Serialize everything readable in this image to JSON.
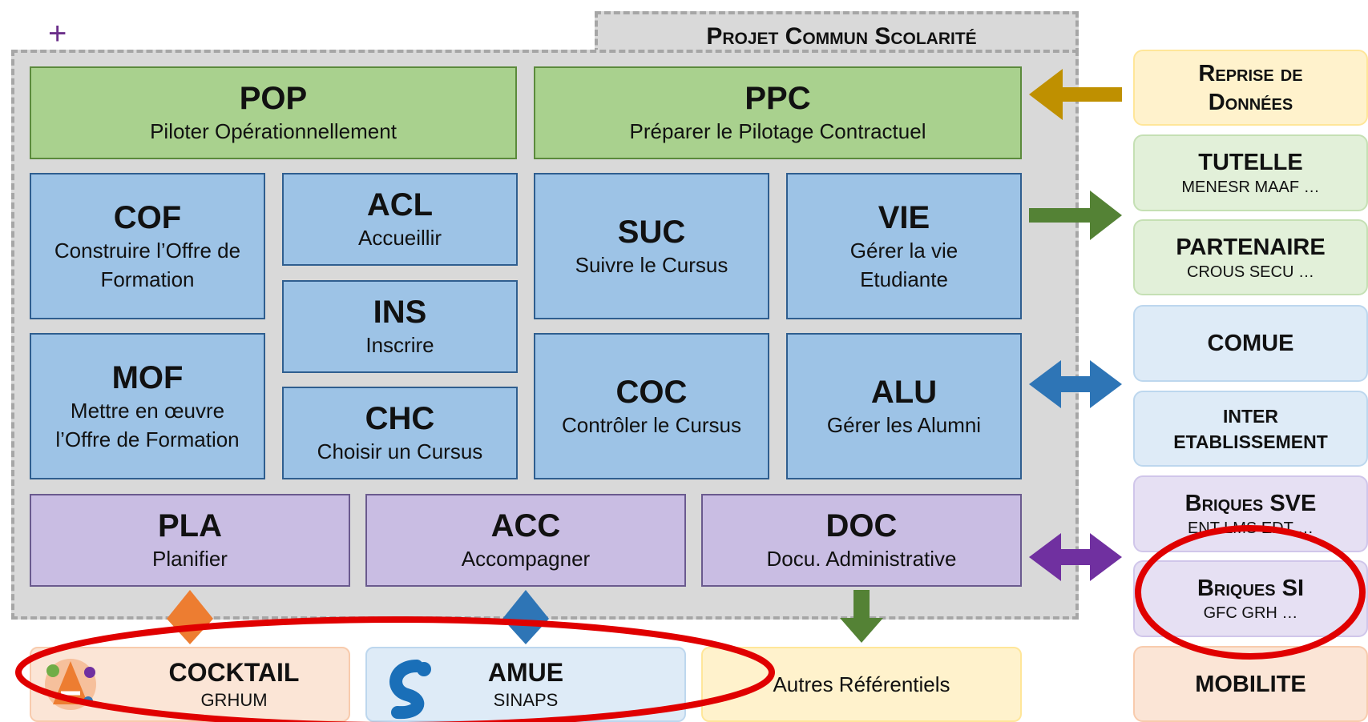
{
  "project_title": "Projet Commun Scolarité",
  "plus_mark": "+",
  "modules": {
    "pop": {
      "code": "POP",
      "desc": "Piloter Opérationnellement"
    },
    "ppc": {
      "code": "PPC",
      "desc": "Préparer le Pilotage Contractuel"
    },
    "cof": {
      "code": "COF",
      "desc1": "Construire l’Offre de",
      "desc2": "Formation"
    },
    "acl": {
      "code": "ACL",
      "desc": "Accueillir"
    },
    "ins": {
      "code": "INS",
      "desc": "Inscrire"
    },
    "chc": {
      "code": "CHC",
      "desc": "Choisir un Cursus"
    },
    "mof": {
      "code": "MOF",
      "desc1": "Mettre en œuvre",
      "desc2": "l’Offre de Formation"
    },
    "suc": {
      "code": "SUC",
      "desc": "Suivre le Cursus"
    },
    "vie": {
      "code": "VIE",
      "desc1": "Gérer la vie",
      "desc2": "Etudiante"
    },
    "coc": {
      "code": "COC",
      "desc": "Contrôler le Cursus"
    },
    "alu": {
      "code": "ALU",
      "desc": "Gérer les Alumni"
    },
    "pla": {
      "code": "PLA",
      "desc": "Planifier"
    },
    "acc": {
      "code": "ACC",
      "desc": "Accompagner"
    },
    "doc": {
      "code": "DOC",
      "desc": "Docu. Administrative"
    }
  },
  "side": {
    "reprise": {
      "line1": "Reprise de",
      "line2": "Données"
    },
    "tutelle": {
      "title": "TUTELLE",
      "sub": "MENESR MAAF …"
    },
    "partenaire": {
      "title": "PARTENAIRE",
      "sub": "CROUS SECU …"
    },
    "comue": {
      "title": "COMUE"
    },
    "inter": {
      "line1": "INTER",
      "line2": "ETABLISSEMENT"
    },
    "briques_sve": {
      "title": "Briques SVE",
      "sub": "ENT LMS EDT …"
    },
    "briques_si": {
      "title": "Briques SI",
      "sub": "GFC GRH …"
    },
    "mobilite": {
      "title": "MOBILITE"
    }
  },
  "bottom": {
    "cocktail": {
      "title": "COCKTAIL",
      "sub": "GRHUM"
    },
    "amue": {
      "title": "AMUE",
      "sub": "SINAPS"
    },
    "autres": {
      "title": "Autres Référentiels"
    }
  },
  "colors": {
    "arrow_reprise": "#bf9000",
    "arrow_green": "#548235",
    "arrow_blue": "#2e75b6",
    "arrow_purple": "#7030a0",
    "diamond_orange": "#ed7d31",
    "diamond_blue": "#2e75b6",
    "highlight_red": "#e00000"
  },
  "icons": {
    "cocktail_logo": "cocktail-logo-icon",
    "amue_logo": "amue-logo-icon"
  }
}
